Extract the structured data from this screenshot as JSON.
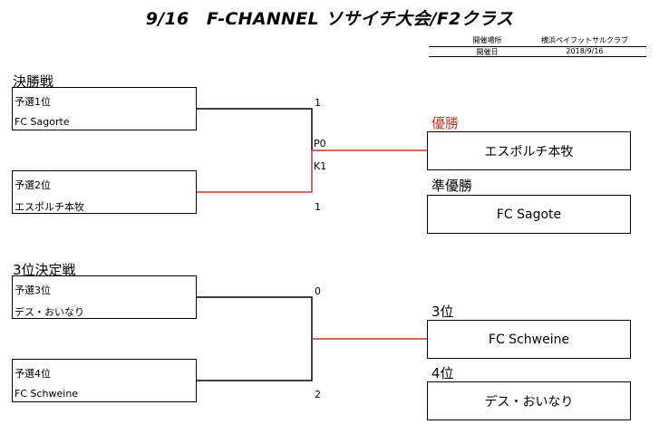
{
  "title": "9/16　F-CHANNEL ソサイチ大会/F2クラス",
  "meta": {
    "venue_label": "開催場所",
    "venue_value": "横浜ペイフットサルクラブ",
    "date_label": "開催日",
    "date_value": "2018/9/16"
  },
  "final": {
    "heading": "決勝戦",
    "team1": {
      "seed": "予選1位",
      "name": "FC Sagorte",
      "score": "1"
    },
    "team2": {
      "seed": "予選2位",
      "name": "エスポルチ本牧",
      "score": "1"
    },
    "pk": {
      "score1": "P0",
      "score2": "K1"
    },
    "champion_label": "優勝",
    "champion": "エスポルチ本牧",
    "runner_up_label": "準優勝",
    "runner_up": "FC Sagote"
  },
  "third_place": {
    "heading": "3位決定戦",
    "team1": {
      "seed": "予選3位",
      "name": "デス・おいなり",
      "score": "0"
    },
    "team2": {
      "seed": "予選4位",
      "name": "FC Schweine",
      "score": "2"
    },
    "third_label": "3位",
    "third": "FC Schweine",
    "fourth_label": "4位",
    "fourth": "デス・おいなり"
  },
  "colors": {
    "winner_line": "#c0392b",
    "line": "#000000"
  }
}
